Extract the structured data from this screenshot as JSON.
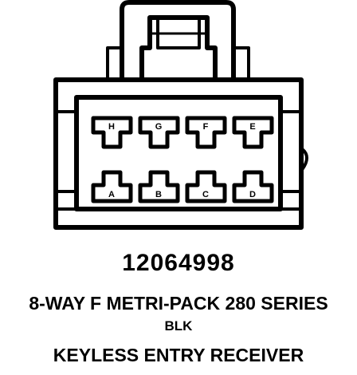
{
  "connector": {
    "pins_top": [
      "H",
      "G",
      "F",
      "E"
    ],
    "pins_bottom": [
      "A",
      "B",
      "C",
      "D"
    ]
  },
  "part_number": "12064998",
  "description": "8-WAY F METRI-PACK 280 SERIES",
  "color": "BLK",
  "component": "KEYLESS ENTRY RECEIVER"
}
